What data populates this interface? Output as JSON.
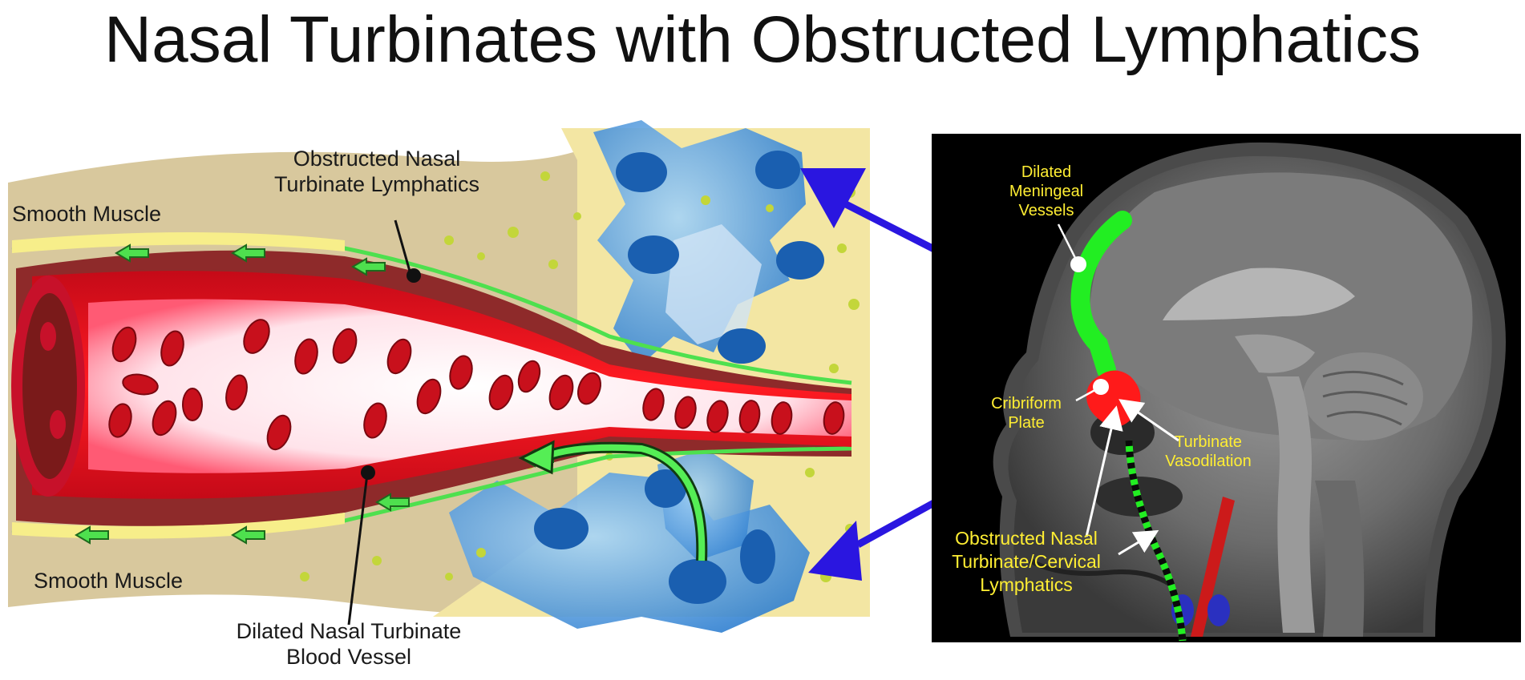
{
  "title": "Nasal Turbinates with Obstructed Lymphatics",
  "illustration": {
    "smooth_muscle_top": "Smooth  Muscle",
    "smooth_muscle_bottom": "Smooth  Muscle",
    "obstructed_lymphatics": [
      "Obstructed Nasal",
      "Turbinate Lymphatics"
    ],
    "dilated_vessel": [
      "Dilated Nasal Turbinate",
      "Blood Vessel"
    ]
  },
  "mri": {
    "meningeal": [
      "Dilated",
      "Meningeal",
      "Vessels"
    ],
    "cribriform": [
      "Cribriform",
      "Plate"
    ],
    "vasodilation": [
      "Turbinate",
      "Vasodilation"
    ],
    "cervical": [
      "Obstructed Nasal",
      "Turbinate/Cervical",
      "Lymphatics"
    ]
  },
  "colors": {
    "vessel_red": "#e8101a",
    "tissue_tan": "#d6c69c",
    "lymph_green": "#22ee22",
    "arrow_blue": "#2a16e0",
    "label_yellow": "#ffee33"
  }
}
